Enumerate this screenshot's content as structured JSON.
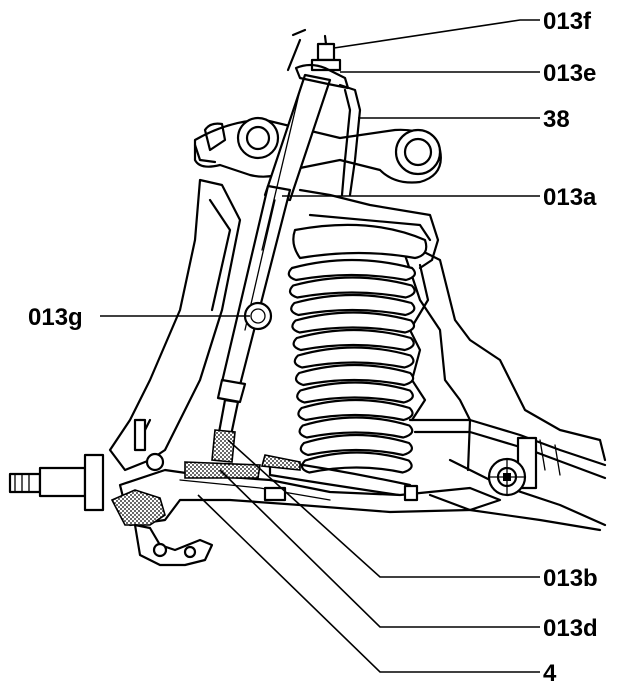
{
  "callouts": [
    {
      "id": "013f",
      "label": "013f"
    },
    {
      "id": "013e",
      "label": "013e"
    },
    {
      "id": "38",
      "label": "38"
    },
    {
      "id": "013a",
      "label": "013a"
    },
    {
      "id": "013g",
      "label": "013g"
    },
    {
      "id": "013b",
      "label": "013b"
    },
    {
      "id": "013d",
      "label": "013d"
    },
    {
      "id": "4",
      "label": "4"
    }
  ]
}
